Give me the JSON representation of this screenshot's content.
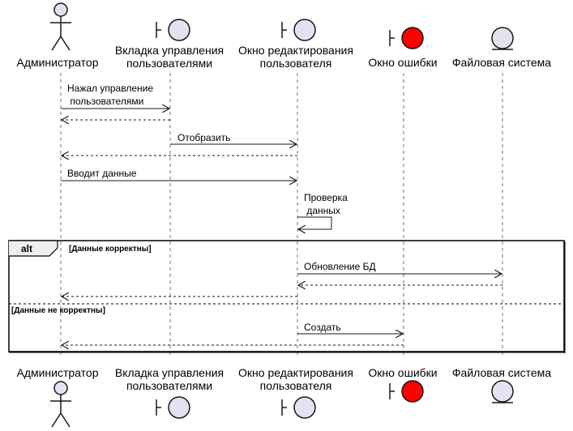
{
  "participants": [
    {
      "id": "admin",
      "kind": "actor",
      "label": "Администратор"
    },
    {
      "id": "tab",
      "kind": "boundary",
      "label_lines": [
        "Вкладка управления",
        "пользователями"
      ]
    },
    {
      "id": "editwin",
      "kind": "boundary",
      "label_lines": [
        "Окно редактирования",
        "пользователя"
      ]
    },
    {
      "id": "errwin",
      "kind": "boundary",
      "label": "Окно ошибки",
      "color": "#ff0000"
    },
    {
      "id": "fs",
      "kind": "entity",
      "label": "Файловая система"
    }
  ],
  "messages": [
    {
      "label_lines": [
        "Нажал управление",
        " пользователями"
      ]
    },
    {
      "label_lines": []
    },
    {
      "label_lines": [
        "Отобразить"
      ]
    },
    {
      "label_lines": []
    },
    {
      "label_lines": [
        "Вводит данные"
      ]
    },
    {
      "label_lines": [
        "Проверка",
        " данных"
      ]
    },
    {
      "label_lines": [
        "Обновление БД"
      ]
    },
    {
      "label_lines": []
    },
    {
      "label_lines": []
    },
    {
      "label_lines": [
        "Создать"
      ]
    },
    {
      "label_lines": []
    }
  ],
  "alt": {
    "keyword": "alt",
    "condition_1": "[Данные корректны]",
    "condition_2": "[Данные не корректны]"
  },
  "colors": {
    "participant_fill": "#e2e2f0",
    "participant_stroke": "#181818",
    "error_fill": "#ff0000",
    "line": "#181818",
    "lifeline": "#181818"
  }
}
